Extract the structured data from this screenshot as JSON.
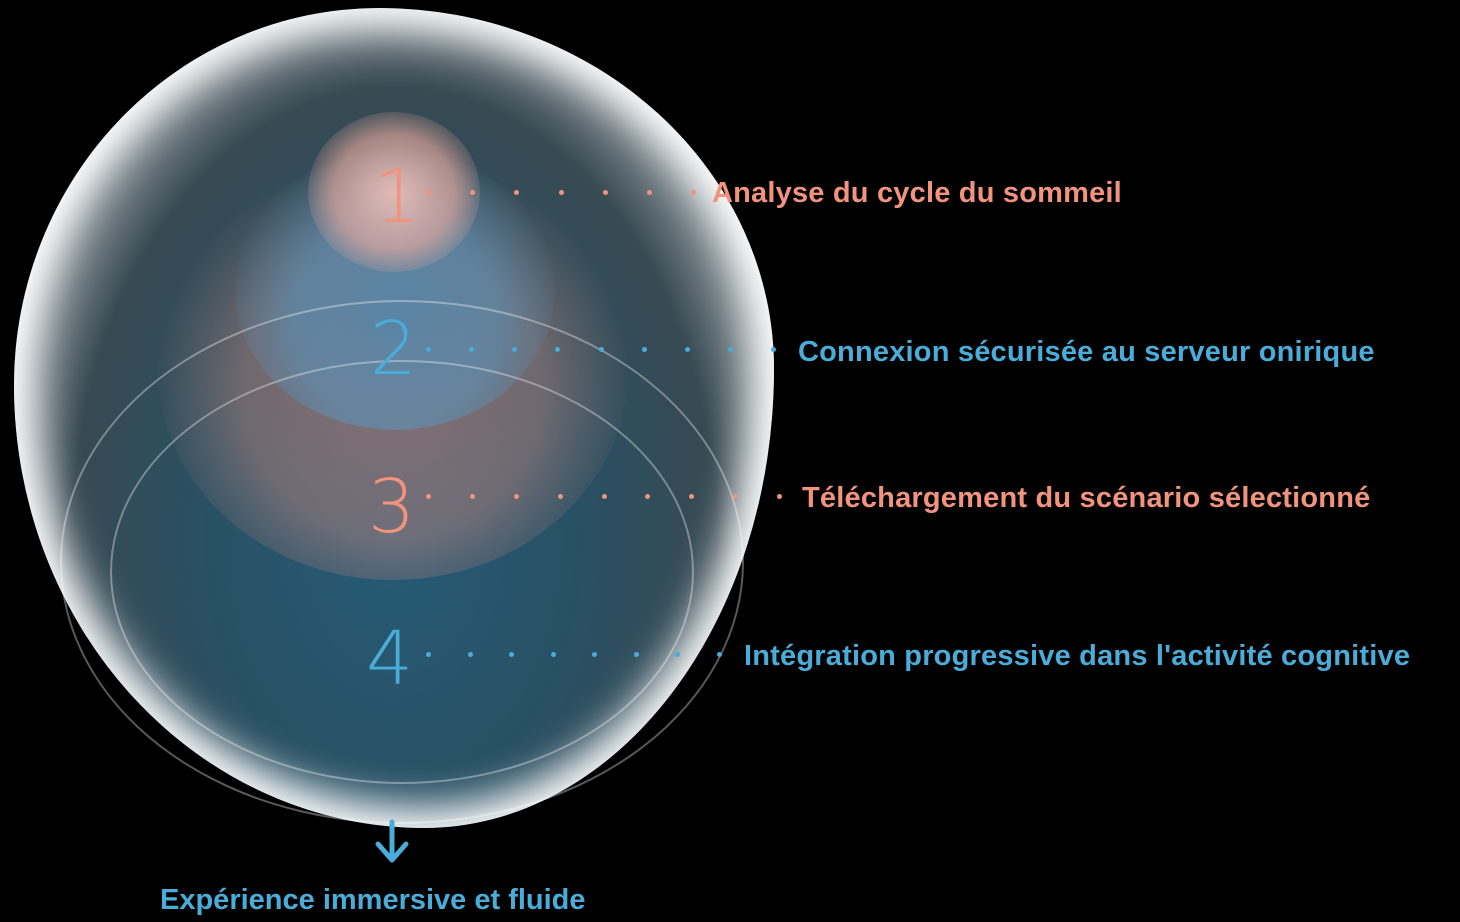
{
  "colors": {
    "coral": "#F2937E",
    "blue": "#4AACD8",
    "background": "#000000"
  },
  "steps": [
    {
      "number": "1",
      "label": "Analyse du cycle du sommeil",
      "color": "#F2937E"
    },
    {
      "number": "2",
      "label": "Connexion sécurisée au serveur onirique",
      "color": "#4AACD8"
    },
    {
      "number": "3",
      "label": "Téléchargement du scénario sélectionné",
      "color": "#F2937E"
    },
    {
      "number": "4",
      "label": "Intégration progressive dans l'activité cognitive",
      "color": "#4AACD8"
    }
  ],
  "outcome": {
    "label": "Expérience immersive et fluide",
    "icon": "arrow-down-icon",
    "color": "#4AACD8"
  }
}
